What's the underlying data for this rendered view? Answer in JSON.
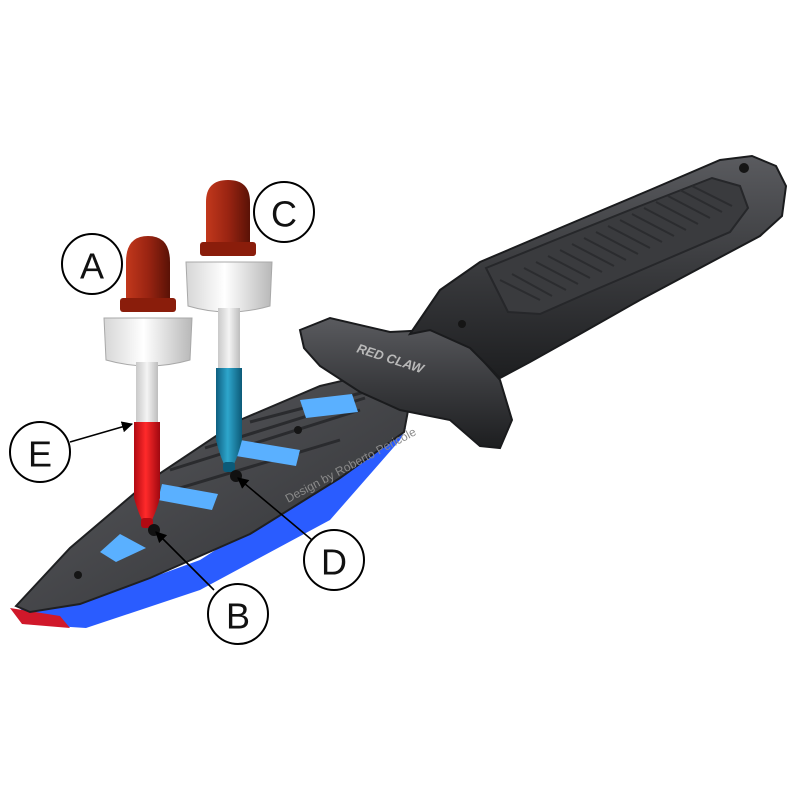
{
  "callouts": {
    "a": "A",
    "b": "B",
    "c": "C",
    "d": "D",
    "e": "E"
  },
  "engraving": "Design by Roberto Pericole",
  "logo": "RED CLAW",
  "colors": {
    "handle": "#3c3d40",
    "blade": "#48494c",
    "accent": "#5ab0ff",
    "edge_blue": "#2a5cff",
    "edge_red": "#d0182a",
    "red_liquid": "#e0141e",
    "blue_liquid": "#1f93b8",
    "bulb": "#9a2412",
    "cap": "#efefef"
  }
}
